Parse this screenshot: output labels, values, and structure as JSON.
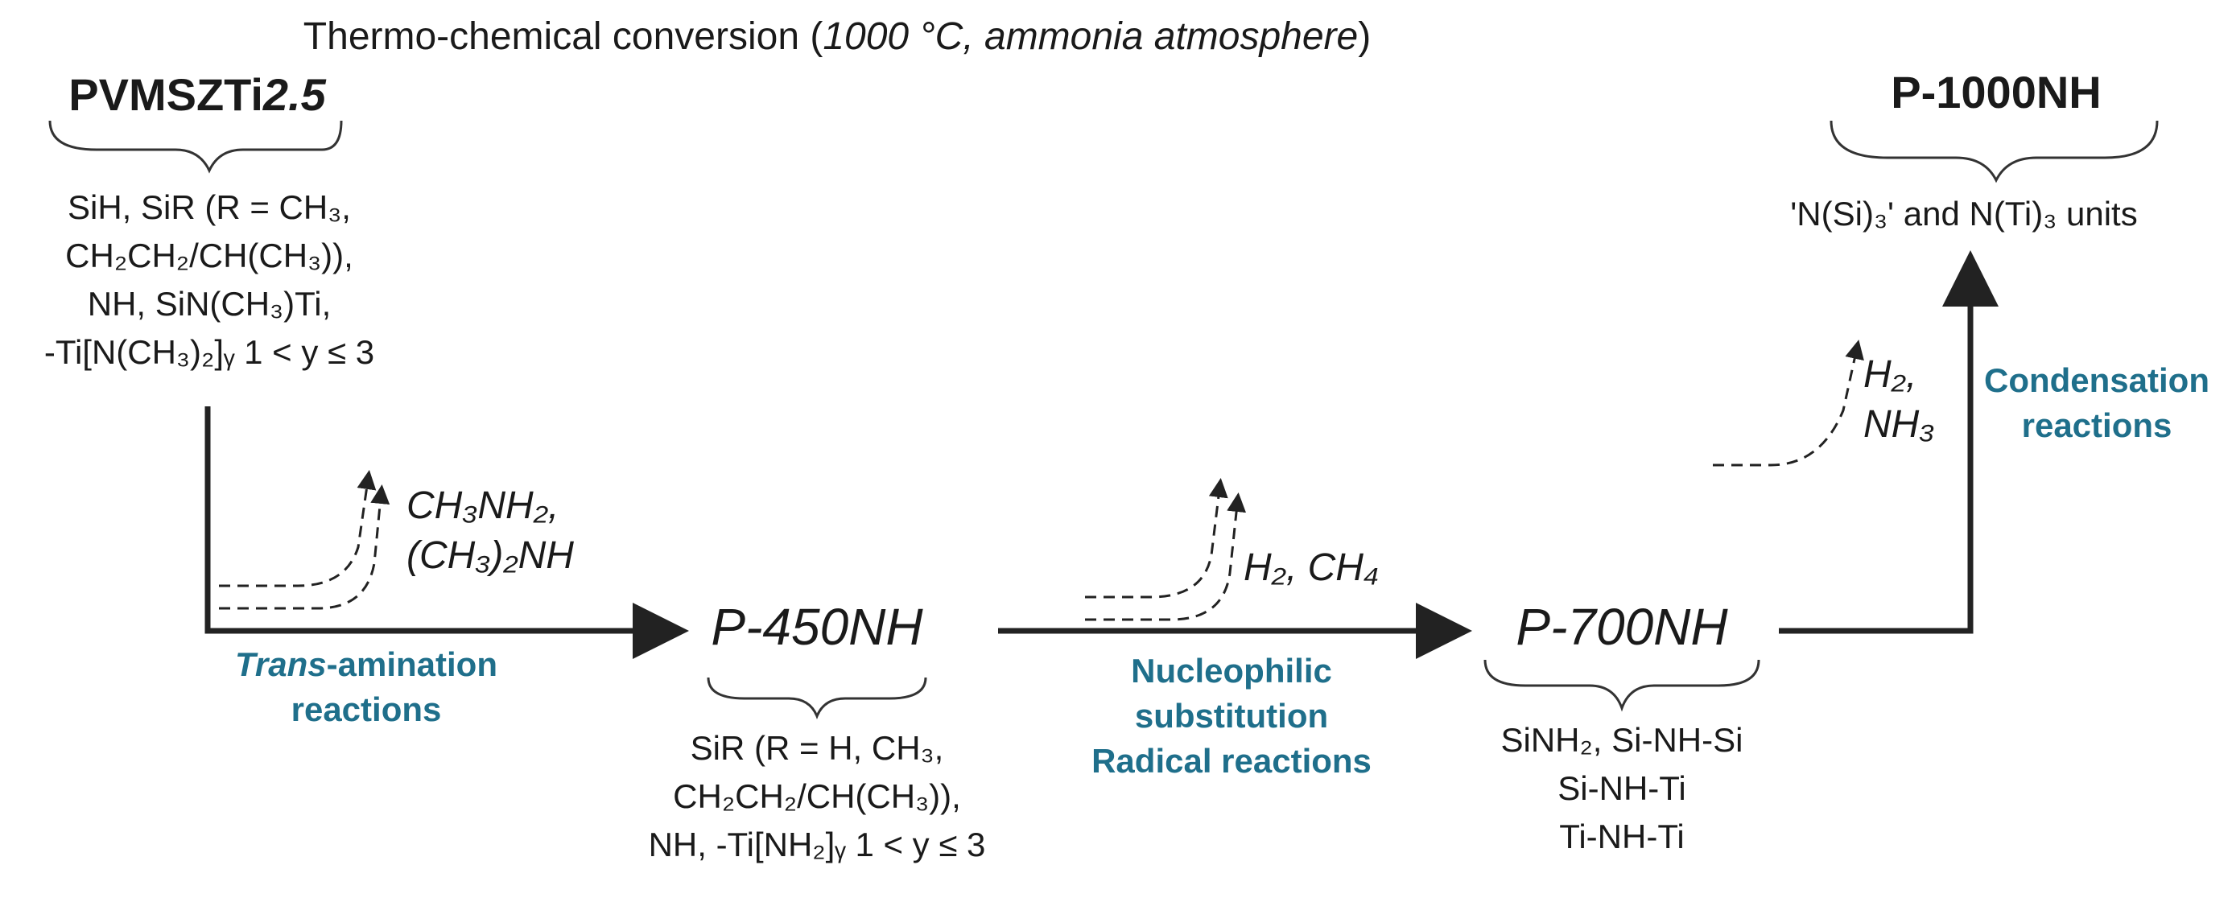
{
  "title": {
    "prefix": "Thermo-chemical conversion (",
    "conditions": "1000 °C, ammonia atmosphere",
    "suffix": ")"
  },
  "nodes": {
    "precursor": {
      "name_main": "PVMSZTi",
      "name_suffix": "2.5",
      "groups": [
        "SiH, SiR (R = CH₃,",
        "CH₂CH₂/CH(CH₃)),",
        "NH, SiN(CH₃)Ti,",
        "-Ti[N(CH₃)₂]ᵧ 1 < y ≤ 3"
      ]
    },
    "p450": {
      "name": "P-450NH",
      "groups": [
        "SiR (R = H, CH₃,",
        "CH₂CH₂/CH(CH₃)),",
        "NH, -Ti[NH₂]ᵧ 1 < y ≤ 3"
      ]
    },
    "p700": {
      "name": "P-700NH",
      "groups": [
        "SiNH₂, Si-NH-Si",
        "Si-NH-Ti",
        "Ti-NH-Ti"
      ]
    },
    "p1000": {
      "name": "P-1000NH",
      "groups": [
        "'N(Si)₃' and N(Ti)₃ units"
      ]
    }
  },
  "gases": {
    "step1": [
      "CH₃NH₂,",
      "(CH₃)₂NH"
    ],
    "step2": [
      "H₂, CH₄"
    ],
    "step3": [
      "H₂,",
      "NH₃"
    ]
  },
  "reactions": {
    "step1": {
      "italic": "Trans",
      "rest": "-amination",
      "line2": "reactions"
    },
    "step2": [
      "Nucleophilic",
      "substitution",
      "Radical reactions"
    ],
    "step3": [
      "Condensation",
      "reactions"
    ]
  },
  "colors": {
    "reaction_text": "#1f6f8b",
    "arrow": "#222222"
  }
}
